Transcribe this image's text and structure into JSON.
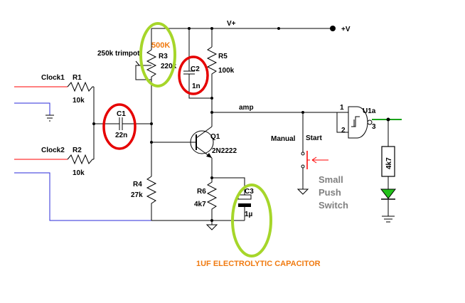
{
  "supply": {
    "net_label": "V+",
    "rail_label": "+V"
  },
  "inputs": {
    "clock1": {
      "label": "Clock1",
      "resistor": "R1",
      "value": "10k"
    },
    "clock2": {
      "label": "Clock2",
      "resistor": "R2",
      "value": "10k"
    }
  },
  "components": {
    "c1": {
      "ref": "C1",
      "value": "22n"
    },
    "c2": {
      "ref": "C2",
      "value": "1n"
    },
    "c3": {
      "ref": "C3",
      "value": "1µ"
    },
    "r3": {
      "ref": "R3",
      "value": "220k",
      "trim_label": "250k trimpot"
    },
    "r4": {
      "ref": "R4",
      "value": "27k"
    },
    "r5": {
      "ref": "R5",
      "value": "100k"
    },
    "r6": {
      "ref": "R6",
      "value": "4k7"
    },
    "q1": {
      "ref": "Q1",
      "part": "2N2222"
    },
    "u1": {
      "ref": "U1a",
      "pin1": "1",
      "pin2": "2",
      "pin3": "3"
    },
    "led_resistor": {
      "value": "4k7"
    }
  },
  "nets": {
    "amp": "amp"
  },
  "switch": {
    "label_manual": "Manual",
    "label_start": "Start"
  },
  "annotations": {
    "r3_change": "500K",
    "small_push_switch": [
      "Small",
      "Push",
      "Switch"
    ],
    "c3_note": "1UF ELECTROLYTIC CAPACITOR"
  },
  "colors": {
    "wire": "#000000",
    "clock_wire_red": "#ff0000",
    "clock_wire_blue": "#2b2bd9",
    "highlight_red": "#e60000",
    "highlight_green": "#a6d62a",
    "annotation_orange": "#f07a10",
    "annotation_gray": "#808080",
    "output_green": "#1aa31a",
    "led_green": "#22c21a"
  }
}
